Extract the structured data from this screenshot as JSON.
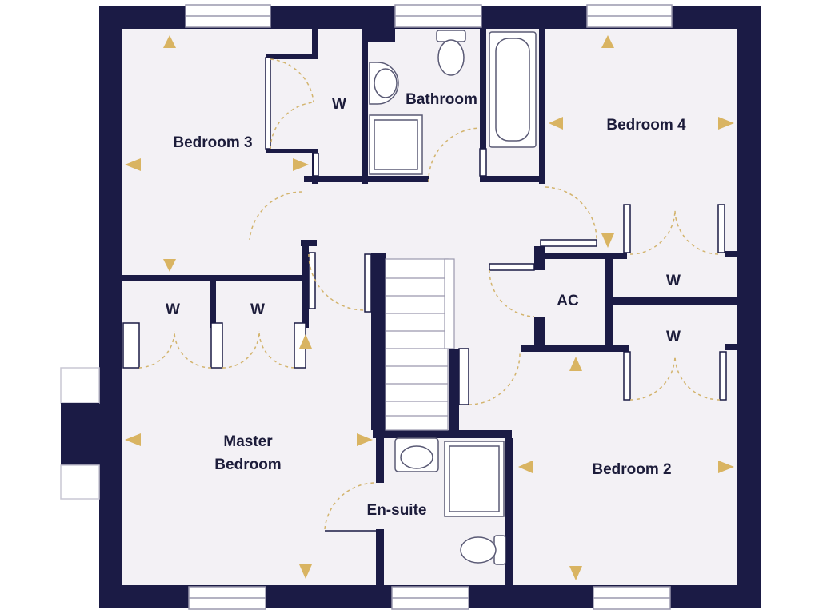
{
  "rooms": {
    "bedroom3": "Bedroom 3",
    "bathroom": "Bathroom",
    "bedroom4": "Bedroom 4",
    "master_line1": "Master",
    "master_line2": "Bedroom",
    "bedroom2": "Bedroom 2",
    "ensuite": "En-suite",
    "ac": "AC",
    "wardrobe": "W"
  },
  "colors": {
    "wall": "#1b1b45",
    "floor": "#f3f1f5",
    "arrow": "#d9b462",
    "door_swing": "#d3b46e",
    "fixture_stroke": "#5a5a75"
  }
}
